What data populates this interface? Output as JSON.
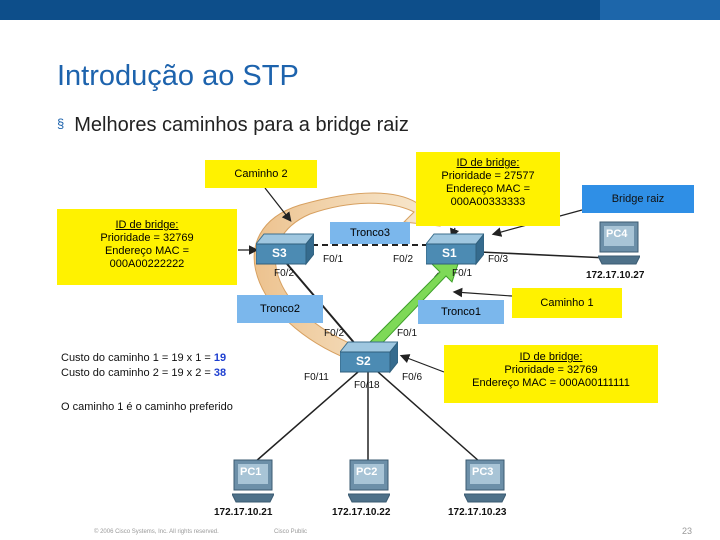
{
  "slide": {
    "title": "Introdução ao STP",
    "bullet": "Melhores caminhos para a bridge raiz",
    "bullet_mark": "§"
  },
  "callouts": {
    "caminho2": "Caminho 2",
    "caminho1": "Caminho 1",
    "bridge_raiz": "Bridge raiz",
    "tronco3": "Tronco3",
    "tronco2": "Tronco2",
    "tronco1": "Tronco1",
    "s1_bid": {
      "header": "ID de bridge:",
      "line1": "Prioridade = 27577",
      "line2": "Endereço MAC =",
      "line3": "000A00333333"
    },
    "s3_bid": {
      "header": "ID de bridge:",
      "line1": "Prioridade = 32769",
      "line2": "Endereço MAC =",
      "line3": "000A00222222"
    },
    "s2_bid": {
      "header": "ID de bridge:",
      "line1": "Prioridade = 32769",
      "line2": "Endereço MAC = 000A00111111"
    }
  },
  "switches": {
    "s1": "S1",
    "s2": "S2",
    "s3": "S3"
  },
  "ports": {
    "s3_f01": "F0/1",
    "s3_f02": "F0/2",
    "s1_f02": "F0/2",
    "s1_f01": "F0/1",
    "s1_f03": "F0/3",
    "s2_f02": "F0/2",
    "s2_f01": "F0/1",
    "s2_f011": "F0/11",
    "s2_f018": "F0/18",
    "s2_f06": "F0/6"
  },
  "pcs": {
    "pc1": "PC1",
    "pc2": "PC2",
    "pc3": "PC3",
    "pc4": "PC4"
  },
  "ips": {
    "pc1": "172.17.10.21",
    "pc2": "172.17.10.22",
    "pc3": "172.17.10.23",
    "pc4": "172.17.10.27"
  },
  "costs": {
    "line1_text": "Custo do caminho 1 = 19 x 1 = ",
    "line1_value": "19",
    "line2_text": "Custo do caminho 2 = 19 x 2 = ",
    "line2_value": "38",
    "preferred": "O caminho 1 é o caminho preferido"
  },
  "footer": {
    "copyright": "© 2006 Cisco Systems, Inc. All rights reserved.",
    "classification": "Cisco Public",
    "page": "23"
  },
  "colors": {
    "title": "#1d63ad",
    "topbar": "#0d4e8a",
    "callout_yellow": "#fff200",
    "callout_blue": "#7bb7ec",
    "path_arrow": "#7ed957",
    "cost_highlight": "#1e3fd0"
  }
}
